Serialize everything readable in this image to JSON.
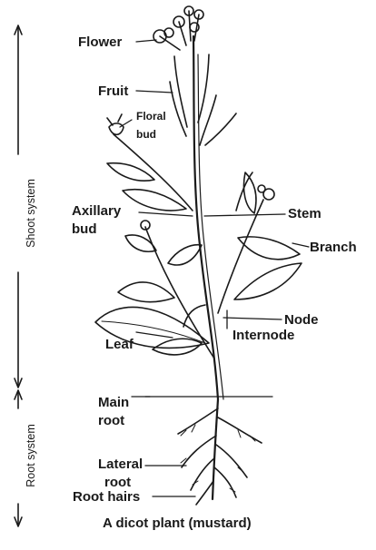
{
  "diagram": {
    "caption": "A dicot plant (mustard)",
    "systems": {
      "shoot": "Shoot system",
      "root": "Root system"
    },
    "labels": {
      "flower": "Flower",
      "fruit": "Fruit",
      "floral_bud_1": "Floral",
      "floral_bud_2": "bud",
      "axillary_bud_1": "Axillary",
      "axillary_bud_2": "bud",
      "stem": "Stem",
      "branch": "Branch",
      "node": "Node",
      "internode": "Internode",
      "leaf": "Leaf",
      "main_root_1": "Main",
      "main_root_2": "root",
      "lateral_root_1": "Lateral",
      "lateral_root_2": "root",
      "root_hairs": "Root hairs"
    },
    "colors": {
      "ink": "#1a1a1a",
      "background": "#ffffff"
    }
  }
}
